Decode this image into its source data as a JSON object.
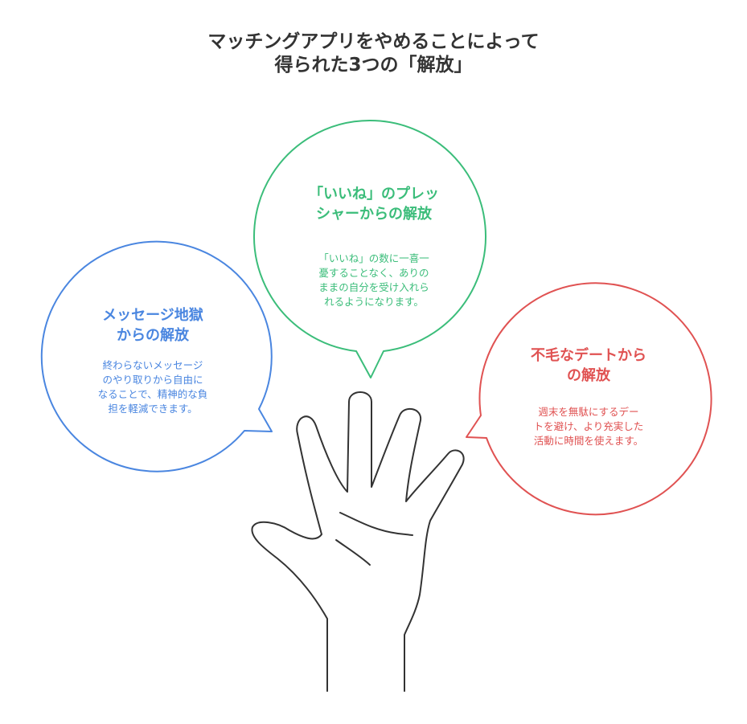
{
  "title": {
    "line1": "マッチングアプリをやめることによって",
    "line2": "得られた3つの「解放」"
  },
  "colors": {
    "title": "#333333",
    "left": "#4a86e0",
    "center": "#3bbd7a",
    "right": "#e05252",
    "hand": "#333333"
  },
  "bubbles": {
    "left": {
      "heading": [
        "メッセージ地獄",
        "からの解放"
      ],
      "body": [
        "終わらないメッセージ",
        "のやり取りから自由に",
        "なることで、精神的な負",
        "担を軽減できます。"
      ]
    },
    "center": {
      "heading": [
        "「いいね」のプレッ",
        "シャーからの解放"
      ],
      "body": [
        "「いいね」の数に一喜一",
        "憂することなく、ありの",
        "ままの自分を受け入れら",
        "れるようになります。"
      ]
    },
    "right": {
      "heading": [
        "不毛なデートから",
        "の解放"
      ],
      "body": [
        "週末を無駄にするデー",
        "トを避け、より充実した",
        "活動に時間を使えます。"
      ]
    }
  },
  "icons": {
    "hand": "open-hand-icon"
  }
}
